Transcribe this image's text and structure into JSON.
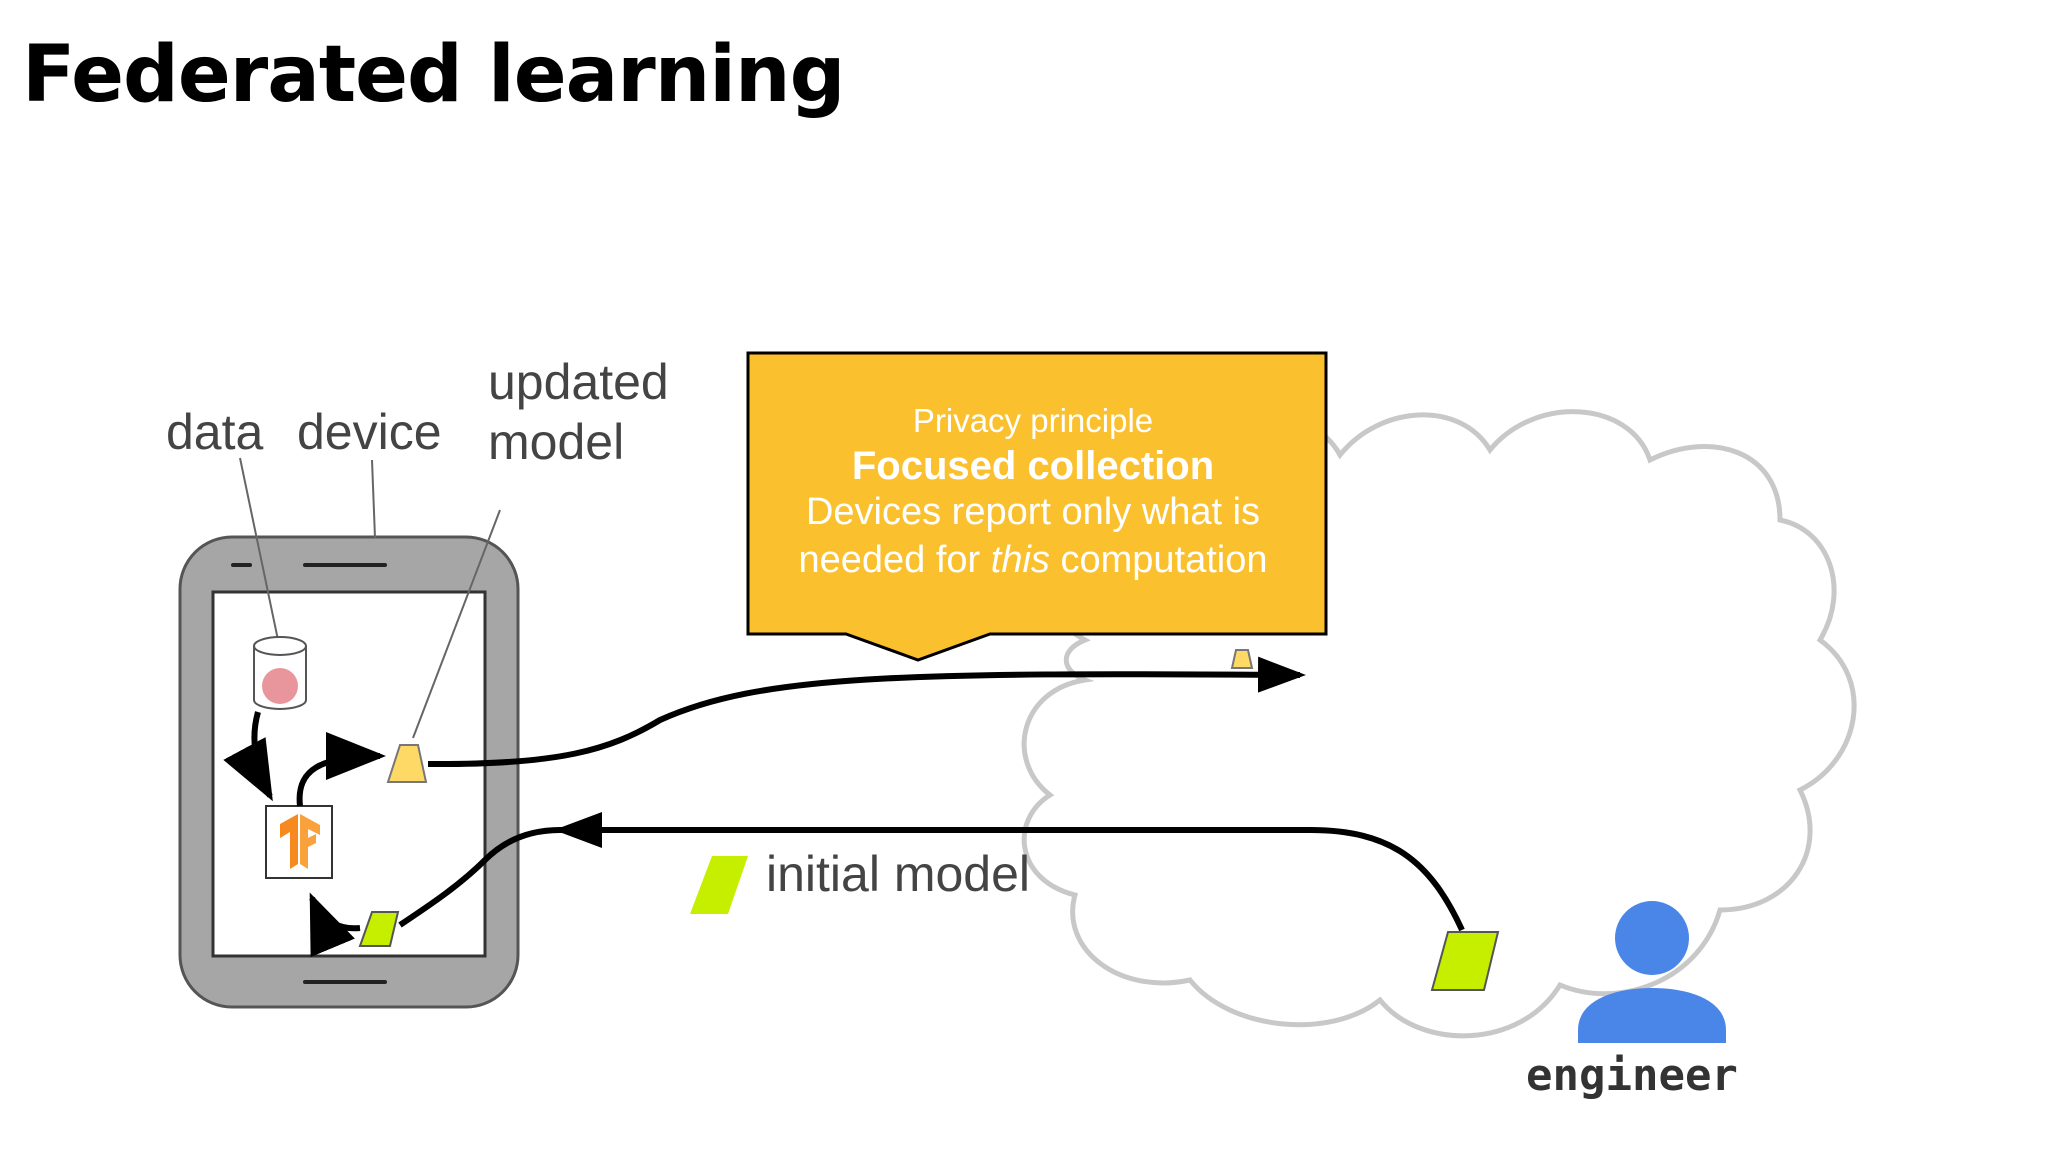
{
  "slide": {
    "title": "Federated learning"
  },
  "labels": {
    "data": "data",
    "device": "device",
    "updated_model_line1": "updated",
    "updated_model_line2": "model",
    "initial_model": "initial model",
    "engineer": "engineer"
  },
  "callout": {
    "kicker": "Privacy principle",
    "heading": "Focused collection",
    "body_before": "Devices report only what is needed for ",
    "body_emphasis": "this",
    "body_after": " computation"
  },
  "icons": {
    "data-store": "database-icon",
    "model-runtime": "tensorflow-logo-icon",
    "person": "user-icon"
  },
  "colors": {
    "callout_fill": "#FBC02D",
    "updated_model": "#FFD966",
    "initial_model": "#C6EF00",
    "engineer": "#4A86E8",
    "phone_body": "#A6A6A6",
    "cloud_outline": "#C8C8C8",
    "data_dot": "#E8969C",
    "tf_orange": "#F68A1F"
  }
}
